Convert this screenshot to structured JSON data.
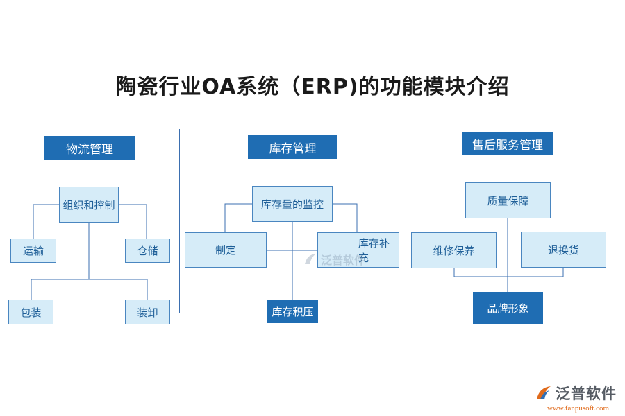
{
  "title": "陶瓷行业OA系统（ERP)的功能模块介绍",
  "sections": {
    "logistics": {
      "header": "物流管理",
      "center": "组织和控制",
      "transport": "运输",
      "storage": "仓储",
      "packaging": "包装",
      "loading": "装卸"
    },
    "inventory": {
      "header": "库存管理",
      "monitor": "库存量的监控",
      "formulate": "制定",
      "replenish": "库存补充",
      "backlog": "库存积压"
    },
    "after_sales": {
      "header": "售后服务管理",
      "quality": "质量保障",
      "maintenance": "维修保养",
      "return": "退换货",
      "brand": "品牌形象"
    }
  },
  "watermark": {
    "text": "泛普软件"
  },
  "brand": {
    "name": "泛普软件",
    "url": "www.fanpusoft.com"
  },
  "colors": {
    "accent": "#1f6db3",
    "node_fill": "#d6ecf8",
    "node_border": "#4a86c0",
    "url": "#e06a1b"
  }
}
